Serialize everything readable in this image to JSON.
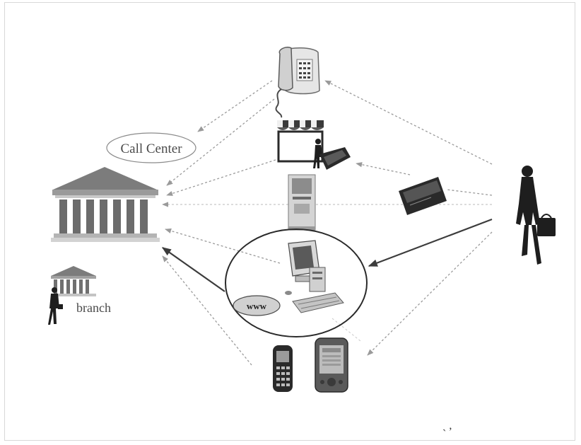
{
  "diagram": {
    "call_center_label": "Call Center",
    "branch_label": "branch",
    "www_label": "www",
    "footer_mark": "ˎ ,"
  },
  "colors": {
    "arrow_dotted": "#9a9a9a",
    "arrow_solid": "#3c3c3c",
    "bank_column": "#707070",
    "bank_roof": "#808080",
    "silhouette": "#1e1e1e"
  },
  "icons": [
    "bank-icon",
    "small-bank-icon",
    "telephone-icon",
    "kiosk-shop-icon",
    "atm-icon",
    "bank-card-icon",
    "computer-icon",
    "mobile-phone-icon",
    "pda-icon",
    "businesswoman-icon",
    "walking-woman-icon"
  ]
}
